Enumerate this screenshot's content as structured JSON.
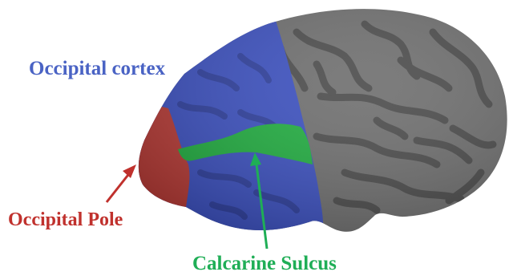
{
  "labels": {
    "occipital_cortex": "Occipital cortex",
    "occipital_pole": "Occipital Pole",
    "calcarine_sulcus": "Calcarine Sulcus"
  },
  "colors": {
    "cortex_gray": "#6e6e6e",
    "sulcus_dark": "#4a4a4a",
    "occipital_cortex": "#3a4fc0",
    "occipital_pole": "#b83a35",
    "calcarine_sulcus": "#1fae3f",
    "label_blue": "#4a63c4",
    "label_red": "#c0312d",
    "label_green": "#1fae56"
  }
}
